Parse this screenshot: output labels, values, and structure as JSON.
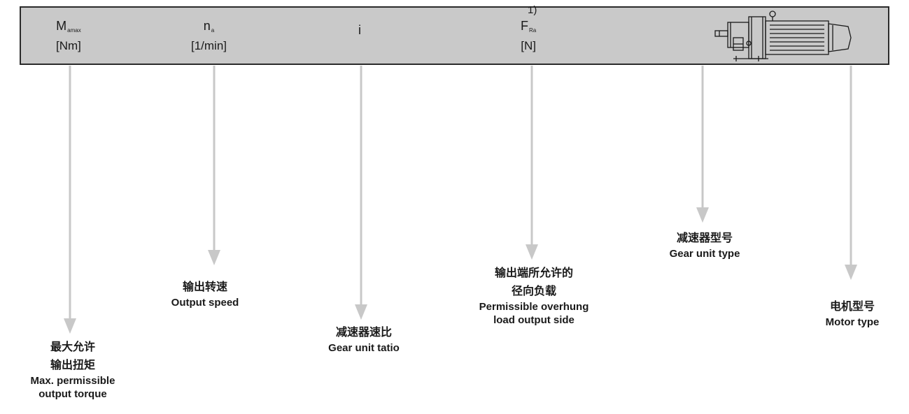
{
  "header": {
    "columns": [
      {
        "symbol": "M",
        "subscript": "amax",
        "unit": "[Nm]"
      },
      {
        "symbol": "n",
        "subscript": "a",
        "unit": "[1/min]"
      },
      {
        "symbol": "i",
        "subscript": "",
        "unit": ""
      },
      {
        "note": "1)",
        "symbol": "F",
        "subscript": "Ra",
        "unit": "[N]"
      }
    ],
    "illustration_icon": "gear-motor-icon"
  },
  "captions": [
    {
      "zh_lines": [
        "最大允许",
        "输出扭矩"
      ],
      "en_lines": [
        "Max. permissible",
        "output torque"
      ]
    },
    {
      "zh_lines": [
        "输出转速"
      ],
      "en_lines": [
        "Output speed"
      ]
    },
    {
      "zh_lines": [
        "减速器速比"
      ],
      "en_lines": [
        "Gear unit tatio"
      ]
    },
    {
      "zh_lines": [
        "输出端所允许的",
        "径向负载"
      ],
      "en_lines": [
        "Permissible overhung",
        "load output side"
      ]
    },
    {
      "zh_lines": [
        "减速器型号"
      ],
      "en_lines": [
        "Gear unit type"
      ]
    },
    {
      "zh_lines": [
        "电机型号"
      ],
      "en_lines": [
        "Motor type"
      ]
    }
  ],
  "colors": {
    "bar": "#c9c9c9",
    "bar_border": "#2a2a2a",
    "arrow": "#c8c8c8",
    "text": "#1a1a1a"
  }
}
